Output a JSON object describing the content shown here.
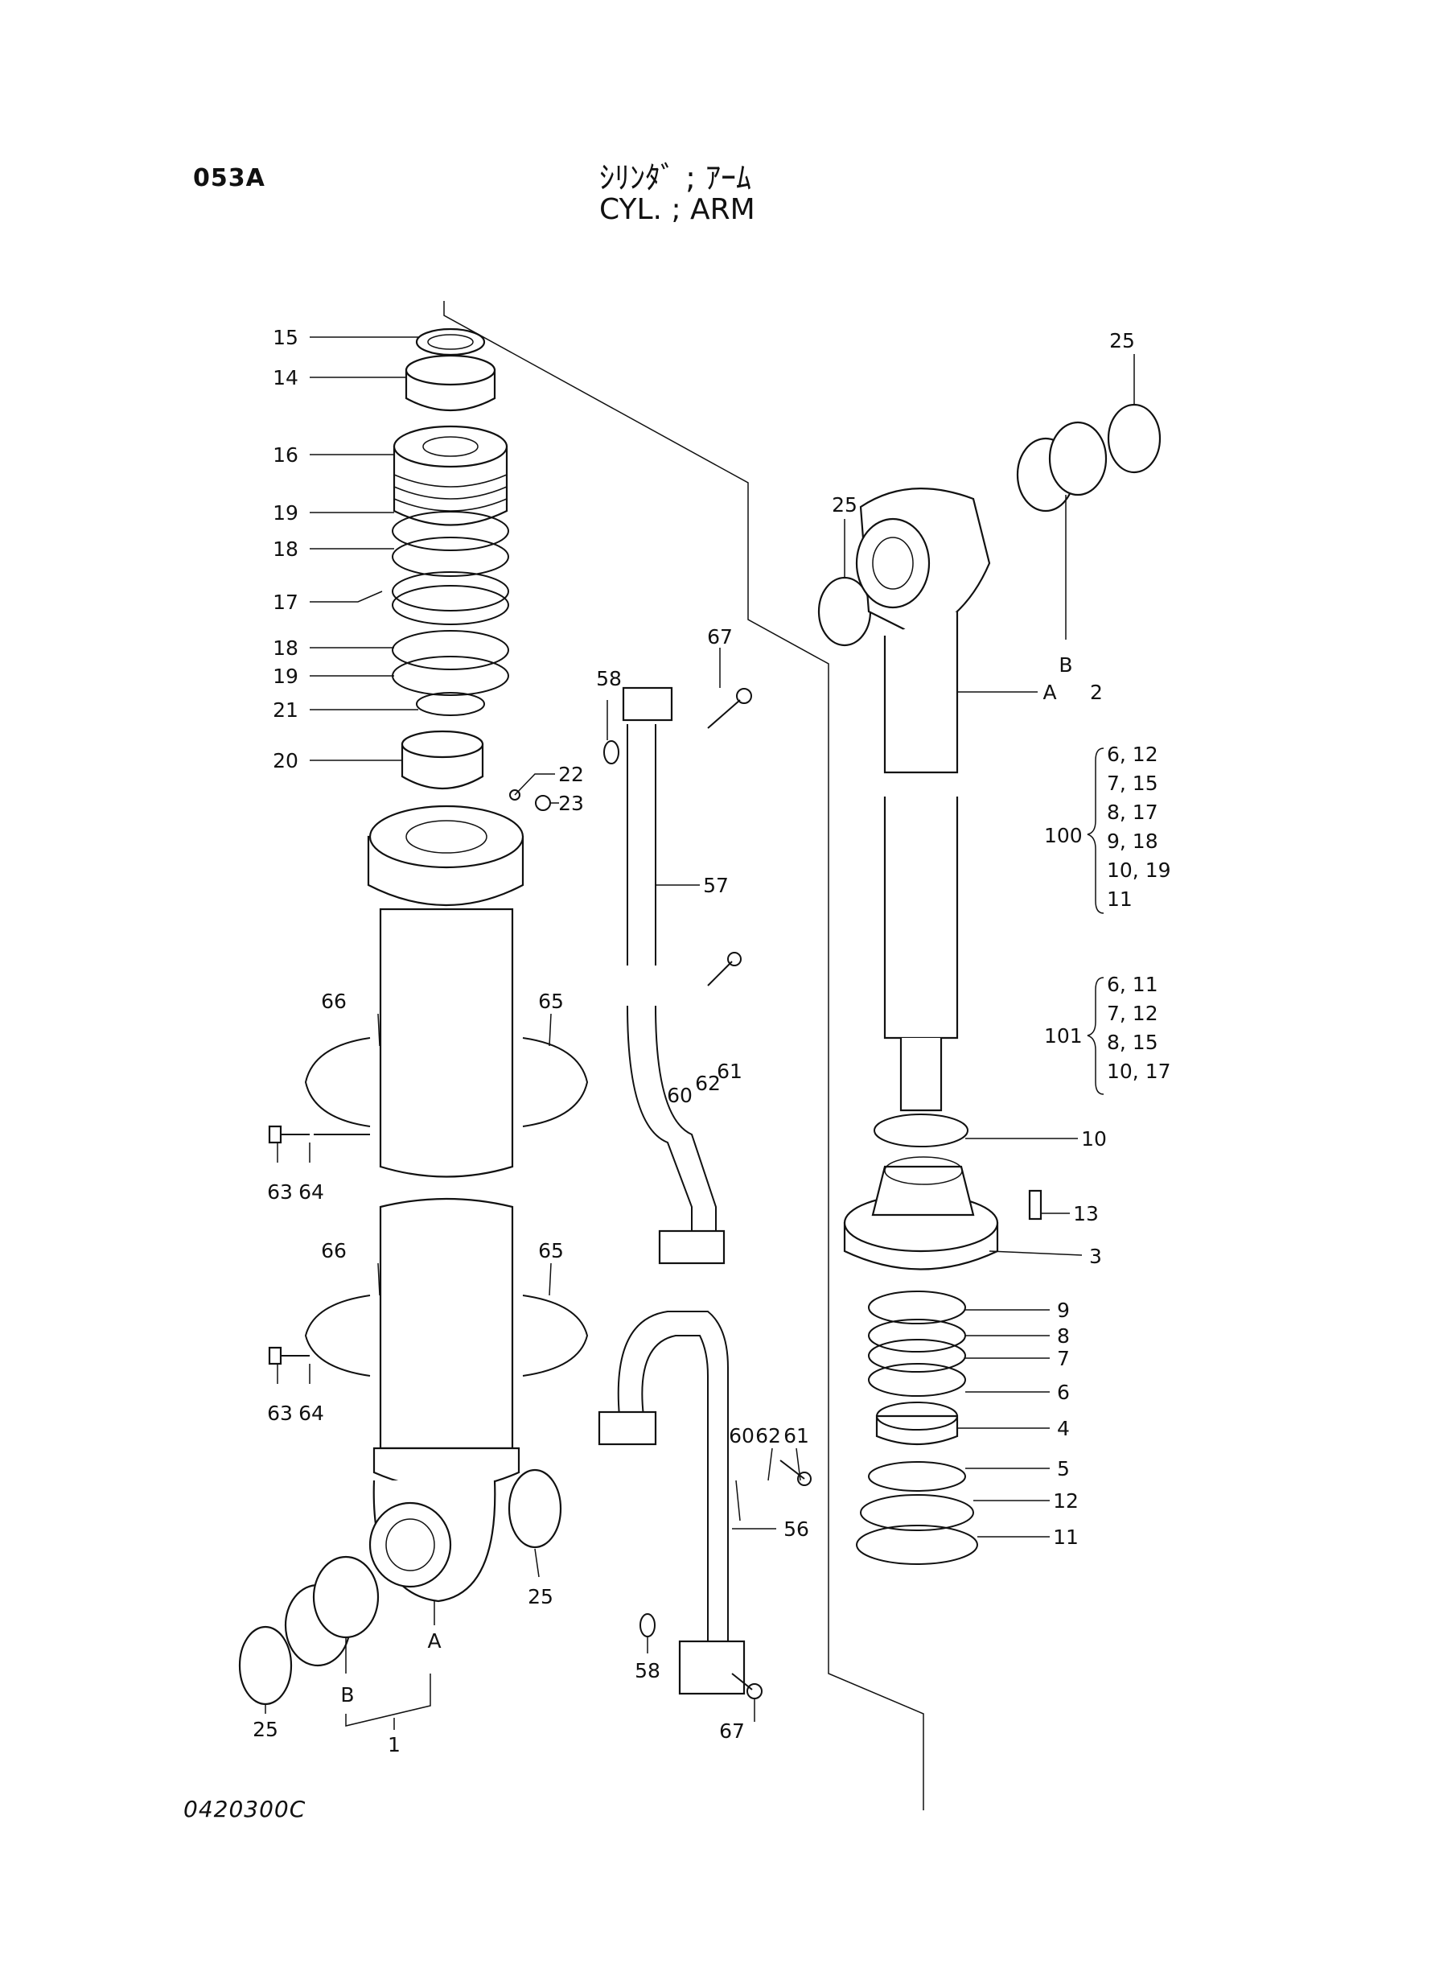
{
  "header": {
    "page_code": "053A",
    "title_jp": "ｼﾘﾝﾀﾞ ; ｱｰﾑ",
    "title_en": "CYL. ; ARM"
  },
  "footer": {
    "drawing_number": "0420300C"
  },
  "callouts": {
    "c15": "15",
    "c14": "14",
    "c16": "16",
    "c19a": "19",
    "c18a": "18",
    "c17": "17",
    "c18b": "18",
    "c19b": "19",
    "c21": "21",
    "c20": "20",
    "c22": "22",
    "c23": "23",
    "c58a": "58",
    "c67a": "67",
    "c57": "57",
    "c66a": "66",
    "c65a": "65",
    "c60a": "60",
    "c62a": "62",
    "c61a": "61",
    "c63a": "63",
    "c64a": "64",
    "c66b": "66",
    "c65b": "65",
    "c63b": "63",
    "c64b": "64",
    "c60b": "60",
    "c62b": "62",
    "c61b": "61",
    "c56": "56",
    "c25a": "25",
    "c58b": "58",
    "c67b": "67",
    "c25b": "25",
    "cA1": "A",
    "cB1": "B",
    "c1": "1",
    "c25c": "25",
    "c25d": "25",
    "cB2": "B",
    "cA2": "A",
    "c2": "2",
    "c10": "10",
    "c13": "13",
    "c3": "3",
    "c9": "9",
    "c8": "8",
    "c7": "7",
    "c6": "6",
    "c4": "4",
    "c5": "5",
    "c12": "12",
    "c11": "11"
  },
  "kits": [
    {
      "number": "100",
      "parts": [
        "6, 12",
        "7, 15",
        "8, 17",
        "9, 18",
        "10, 19",
        "11"
      ]
    },
    {
      "number": "101",
      "parts": [
        "6, 11",
        "7, 12",
        "8, 15",
        "10, 17"
      ]
    }
  ]
}
